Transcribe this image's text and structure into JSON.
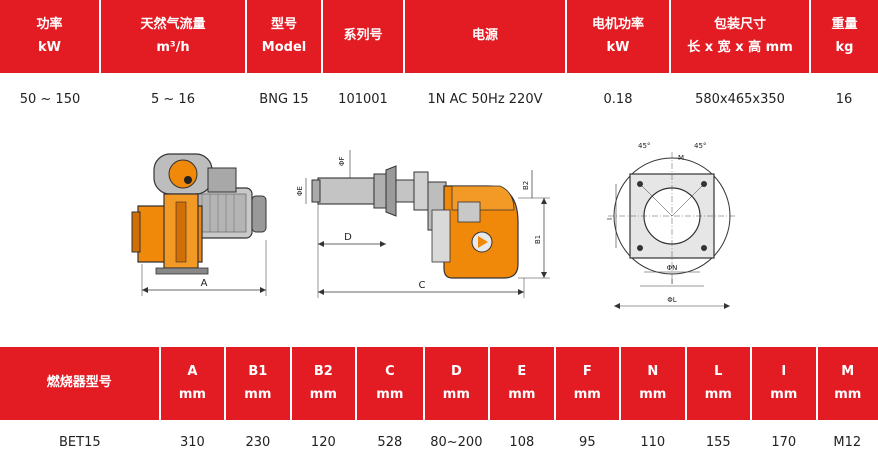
{
  "top_table": {
    "headers": [
      {
        "line1": "功率",
        "line2": "kW"
      },
      {
        "line1": "天然气流量",
        "line2": "m³/h"
      },
      {
        "line1": "型号",
        "line2": "Model"
      },
      {
        "line1": "系列号",
        "line2": ""
      },
      {
        "line1": "电源",
        "line2": ""
      },
      {
        "line1": "电机功率",
        "line2": "kW"
      },
      {
        "line1": "包装尺寸",
        "line2": "长 x 宽 x 高 mm"
      },
      {
        "line1": "重量",
        "line2": "kg"
      }
    ],
    "row": [
      "50 ~ 150",
      "5 ~ 16",
      "BNG 15",
      "101001",
      "1N AC 50Hz 220V",
      "0.18",
      "580x465x350",
      "16"
    ]
  },
  "diagram": {
    "side_view_label": "A",
    "front_labels": {
      "phi_f": "ΦF",
      "phi_e": "ΦE",
      "d": "D",
      "c": "C",
      "b1": "B1",
      "b2": "B2"
    },
    "flange_labels": {
      "angle1": "45°",
      "angle2": "45°",
      "m": "M",
      "i_vertical": "I",
      "i_horizontal": "I",
      "phi_n": "ΦN",
      "phi_l": "ΦL"
    }
  },
  "bottom_table": {
    "headers": [
      {
        "line1": "燃烧器型号",
        "line2": ""
      },
      {
        "line1": "A",
        "line2": "mm"
      },
      {
        "line1": "B1",
        "line2": "mm"
      },
      {
        "line1": "B2",
        "line2": "mm"
      },
      {
        "line1": "C",
        "line2": "mm"
      },
      {
        "line1": "D",
        "line2": "mm"
      },
      {
        "line1": "E",
        "line2": "mm"
      },
      {
        "line1": "F",
        "line2": "mm"
      },
      {
        "line1": "N",
        "line2": "mm"
      },
      {
        "line1": "L",
        "line2": "mm"
      },
      {
        "line1": "I",
        "line2": "mm"
      },
      {
        "line1": "M",
        "line2": "mm"
      }
    ],
    "row": [
      "BET15",
      "310",
      "230",
      "120",
      "528",
      "80~200",
      "108",
      "95",
      "110",
      "155",
      "170",
      "M12"
    ]
  },
  "colors": {
    "header_red": "#e31b23",
    "burner_orange": "#f0880a"
  }
}
